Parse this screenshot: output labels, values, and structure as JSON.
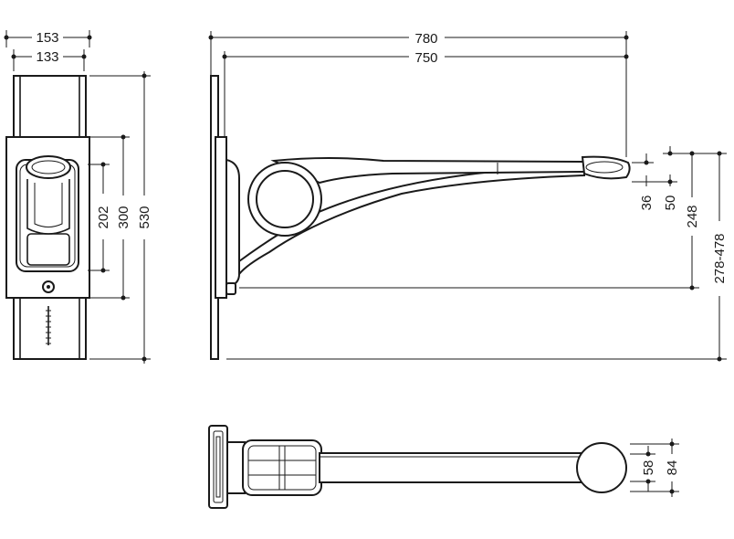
{
  "front_view": {
    "outer_width": "153",
    "inner_width": "133",
    "height_202": "202",
    "height_300": "300",
    "total_height": "530"
  },
  "side_view": {
    "overall_length": "780",
    "arm_length": "750",
    "tip_36": "36",
    "tip_50": "50",
    "height_248": "248",
    "height_range": "278-478"
  },
  "top_view": {
    "grip_58": "58",
    "grip_84": "84"
  }
}
